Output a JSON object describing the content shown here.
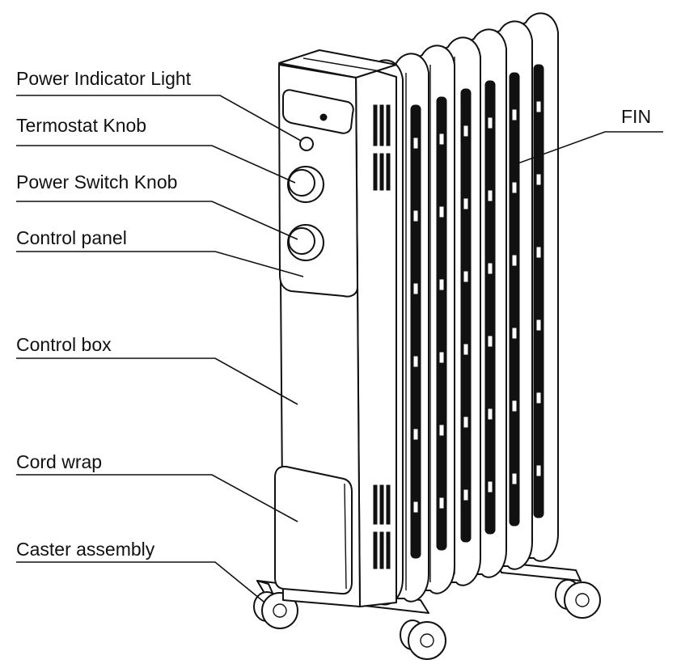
{
  "labels": {
    "power_indicator_light": "Power Indicator Light",
    "termostat_knob": "Termostat Knob",
    "power_switch_knob": "Power Switch Knob",
    "control_panel": "Control panel",
    "control_box": "Control box",
    "cord_wrap": "Cord wrap",
    "caster_assembly": "Caster assembly",
    "fin": "FIN"
  },
  "colors": {
    "line": "#111111",
    "background": "#ffffff"
  }
}
